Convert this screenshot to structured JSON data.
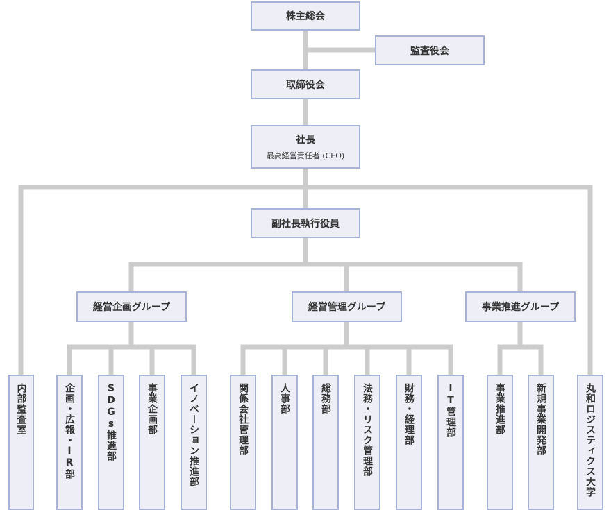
{
  "shareholders": "株主総会",
  "auditors": "監査役会",
  "board": "取締役会",
  "president": {
    "title": "社長",
    "subtitle": "最高経営責任者 (CEO)"
  },
  "vice_president": "副社長執行役員",
  "groups": [
    {
      "name": "経営企画グループ",
      "departments": [
        "企画・広報・IR部",
        "SDGs推進部",
        "事業企画部",
        "イノベーション推進部"
      ]
    },
    {
      "name": "経営管理グループ",
      "departments": [
        "関係会社管理部",
        "人事部",
        "総務部",
        "法務・リスク管理部",
        "財務・経理部",
        "IT管理部"
      ]
    },
    {
      "name": "事業推進グループ",
      "departments": [
        "事業推進部",
        "新規事業開発部"
      ]
    }
  ],
  "internal_audit": "内部監査室",
  "university": "丸和ロジスティクス大学",
  "colors": {
    "box_fill": "#edeef6",
    "box_border": "#a8b2d4",
    "connector": "#cccccc",
    "text": "#333333"
  }
}
